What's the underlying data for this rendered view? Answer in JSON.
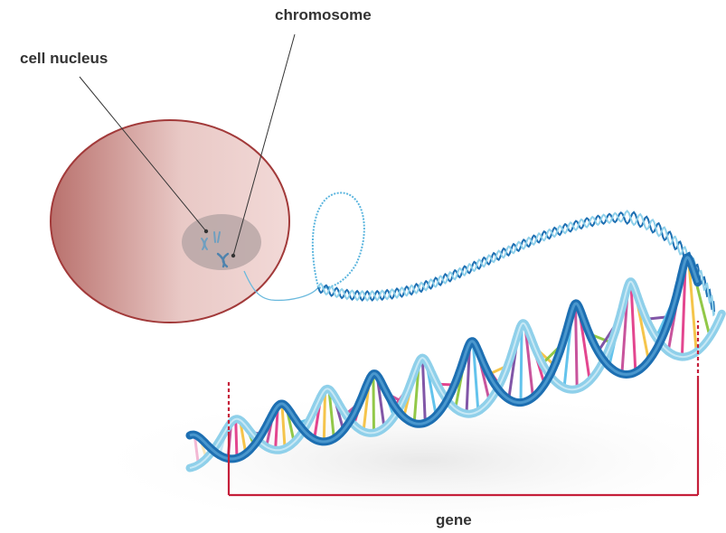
{
  "labels": {
    "cell_nucleus": "cell nucleus",
    "chromosome": "chromosome",
    "gene": "gene"
  },
  "colors": {
    "cell_fill_light": "#f2d9d7",
    "cell_fill_dark": "#b9716d",
    "cell_outline": "#a23a3a",
    "nucleus": "#b9a7a7",
    "chromosome": "#6e9fc0",
    "dna_backbone_light": "#8fd0ea",
    "dna_backbone_dark": "#1d6fb2",
    "gene_bracket": "#c51f3a",
    "leader_line": "#333333",
    "base_pairs": [
      "#e23d8a",
      "#f5c242",
      "#8dc63f",
      "#7b4ea3",
      "#5bc0eb",
      "#c64b97"
    ]
  }
}
